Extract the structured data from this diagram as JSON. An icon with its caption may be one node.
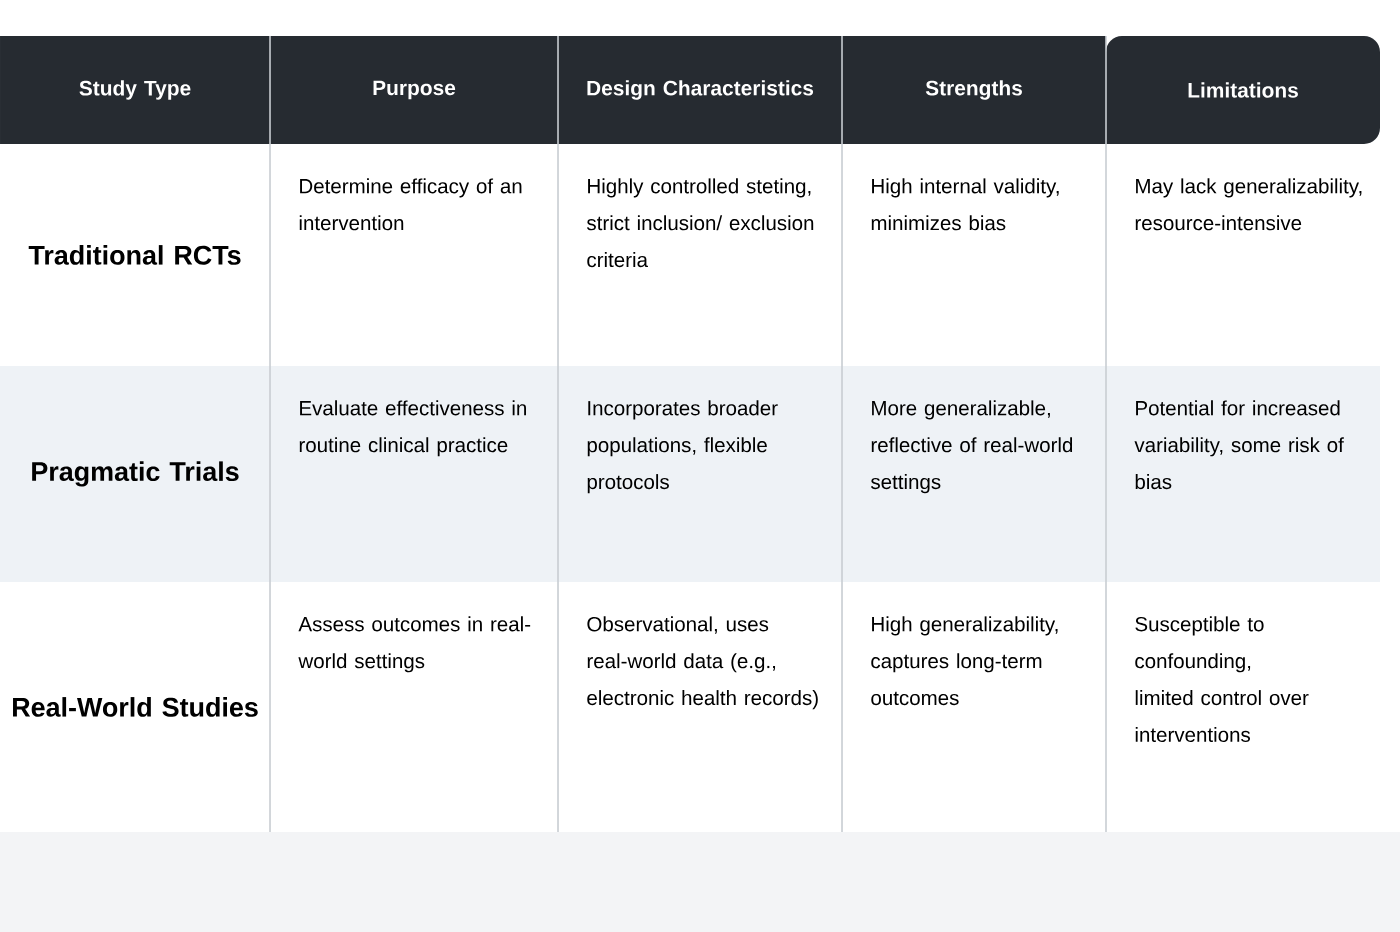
{
  "diagram": {
    "labels": [
      "Study Type",
      "Purpose",
      "Design Characteristics",
      "Strengths",
      "Limitations",
      "Traditional RCTs",
      "Determine efficacy of an intervention",
      "Highly controlled steting, strict inclusion/ exclusion criteria",
      "High internal validity, minimizes bias",
      "May lack generalizability, resource-intensive",
      "Pragmatic Trials",
      "Evaluate effectiveness in routine clinical practice",
      "Incorporates broader populations, flexible protocols",
      "More generalizable, reflective of real-world settings",
      "Potential for increased variability, some risk of bias",
      "Real-World Studies",
      "Assess outcomes in real-world settings",
      "Observational, uses real-world data (e.g., electronic health records)",
      "High generalizability, captures long-term outcomes",
      "Susceptible to confounding, limited control over interventions"
    ]
  }
}
